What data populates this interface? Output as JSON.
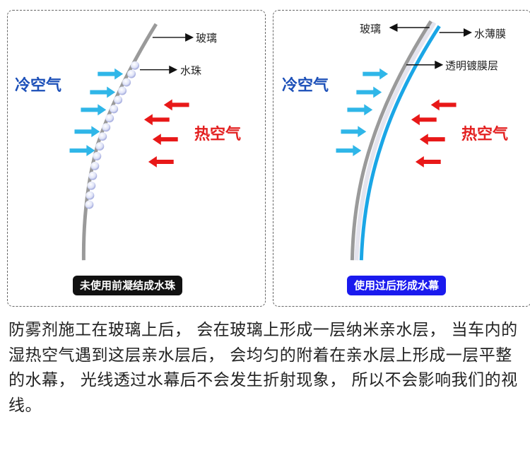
{
  "left_panel": {
    "glass_label": "玻璃",
    "droplet_label": "水珠",
    "cold_air_label": "冷空气",
    "hot_air_label": "热空气",
    "caption": "未使用前凝结成水珠"
  },
  "right_panel": {
    "glass_label": "玻璃",
    "water_film_label": "水薄膜",
    "coating_label": "透明镀膜层",
    "cold_air_label": "冷空气",
    "hot_air_label": "热空气",
    "caption": "使用过后形成水幕"
  },
  "description": "防雾剂施工在玻璃上后， 会在玻璃上形成一层纳米亲水层， 当车内的湿热空气遇到这层亲水层后， 会均匀的附着在亲水层上形成一层平整的水幕， 光线透过水幕后不会发生折射现象， 所以不会影响我们的视线。",
  "colors": {
    "cold_arrow": "#2fb6e8",
    "hot_arrow": "#e81818",
    "glass": "#9a9a9a",
    "water_film": "#1aa6e6",
    "cold_text": "#1b4fb8",
    "hot_text": "#e32020"
  }
}
